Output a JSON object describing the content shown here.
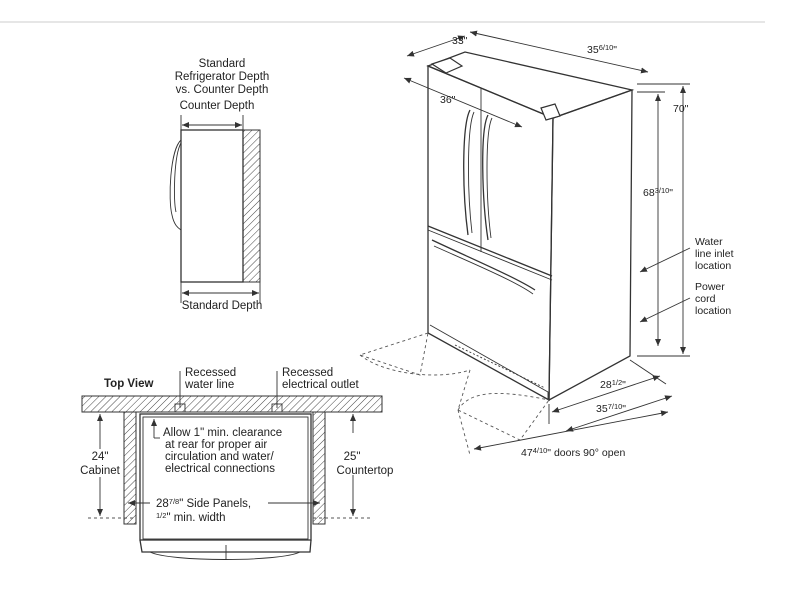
{
  "depth_comparison": {
    "title_line1": "Standard",
    "title_line2": "Refrigerator Depth",
    "title_line3": "vs. Counter Depth",
    "counter_depth": "Counter Depth",
    "standard_depth": "Standard Depth"
  },
  "fridge": {
    "width_top": "33\"",
    "width_doors": "36\"",
    "depth_top_main": "35",
    "depth_top_frac": "6/10",
    "depth_top_unit": "\"",
    "height_total": "70\"",
    "height_case_main": "68",
    "height_case_frac": "3/10",
    "height_case_unit": "\"",
    "water_line_label": [
      "Water",
      "line inlet",
      "location"
    ],
    "power_cord_label": [
      "Power",
      "cord",
      "location"
    ],
    "depth_bottom_1_main": "28",
    "depth_bottom_1_frac": "1/2",
    "depth_bottom_1_unit": "\"",
    "depth_bottom_2_main": "35",
    "depth_bottom_2_frac": "7/10",
    "depth_bottom_2_unit": "\"",
    "doors_open_main": "47",
    "doors_open_frac": "4/10",
    "doors_open_rest": "\" doors 90° open"
  },
  "top_view": {
    "title": "Top View",
    "recessed_water": [
      "Recessed",
      "water line"
    ],
    "recessed_outlet": [
      "Recessed",
      "electrical outlet"
    ],
    "clearance_note": [
      "Allow 1\" min. clearance",
      "at rear for proper air",
      "circulation and water/",
      "electrical connections"
    ],
    "cabinet": [
      "24\"",
      "Cabinet"
    ],
    "countertop": [
      "25\"",
      "Countertop"
    ],
    "side_panels_main": "28",
    "side_panels_frac": "7/8",
    "side_panels_rest": "\" Side Panels,",
    "min_width_frac": "1/2",
    "min_width_rest": "\" min. width"
  }
}
